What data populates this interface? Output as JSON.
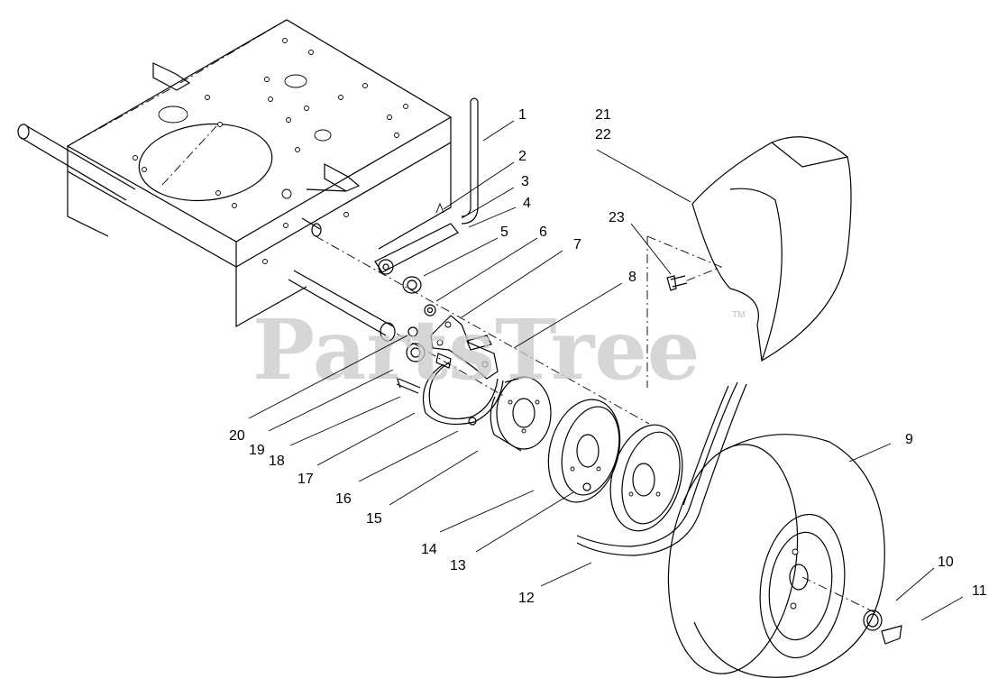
{
  "watermark": {
    "text": "PartsTree",
    "trademark": "TM"
  },
  "callouts": [
    {
      "id": "1",
      "label": "1"
    },
    {
      "id": "2",
      "label": "2"
    },
    {
      "id": "3",
      "label": "3"
    },
    {
      "id": "4",
      "label": "4"
    },
    {
      "id": "5",
      "label": "5"
    },
    {
      "id": "6",
      "label": "6"
    },
    {
      "id": "7",
      "label": "7"
    },
    {
      "id": "8",
      "label": "8"
    },
    {
      "id": "9",
      "label": "9"
    },
    {
      "id": "10",
      "label": "10"
    },
    {
      "id": "11",
      "label": "11"
    },
    {
      "id": "12",
      "label": "12"
    },
    {
      "id": "13",
      "label": "13"
    },
    {
      "id": "14",
      "label": "14"
    },
    {
      "id": "15",
      "label": "15"
    },
    {
      "id": "16",
      "label": "16"
    },
    {
      "id": "17",
      "label": "17"
    },
    {
      "id": "18",
      "label": "18"
    },
    {
      "id": "19",
      "label": "19"
    },
    {
      "id": "20",
      "label": "20"
    },
    {
      "id": "21",
      "label": "21"
    },
    {
      "id": "22",
      "label": "22"
    },
    {
      "id": "23",
      "label": "23"
    }
  ]
}
